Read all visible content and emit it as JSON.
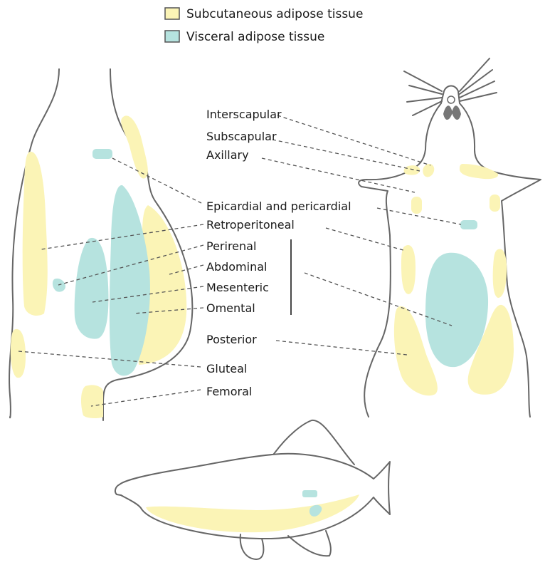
{
  "legend": {
    "subcutaneous": "Subcutaneous adipose tissue",
    "visceral": "Visceral adipose tissue"
  },
  "labels": {
    "interscapular": "Interscapular",
    "subscapular": "Subscapular",
    "axillary": "Axillary",
    "epicardial": "Epicardial and pericardial",
    "retroperitoneal": "Retroperitoneal",
    "perirenal": "Perirenal",
    "abdominal": "Abdominal",
    "mesenteric": "Mesenteric",
    "omental": "Omental",
    "posterior": "Posterior",
    "gluteal": "Gluteal",
    "femoral": "Femoral"
  },
  "colors": {
    "subcutaneous": "#fbf4b6",
    "visceral": "#b6e3df",
    "outline": "#666666"
  }
}
